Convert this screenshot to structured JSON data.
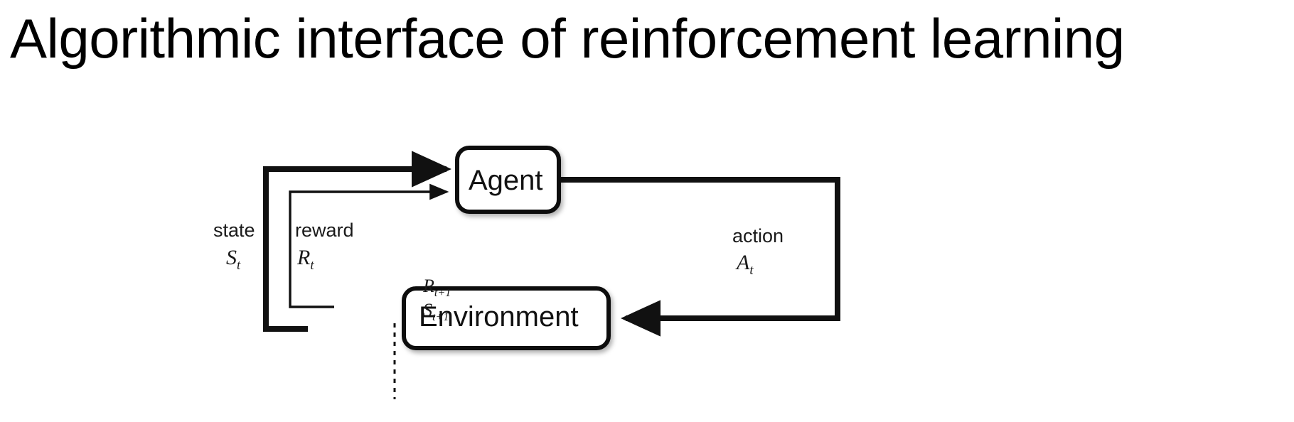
{
  "slide": {
    "title": "Algorithmic interface of reinforcement learning",
    "background_color": "#ffffff",
    "text_color": "#000000"
  },
  "diagram": {
    "name": "agent-environment-interaction-loop",
    "source_style": "Sutton & Barto reinforcement learning MDP interface",
    "stroke_color": "#111111",
    "nodes": [
      {
        "id": "agent",
        "label": "Agent"
      },
      {
        "id": "environment",
        "label": "Environment"
      }
    ],
    "edges": [
      {
        "id": "state-feedback",
        "from": "environment",
        "to": "agent",
        "word_label": "state",
        "math_label": "S",
        "math_sub": "t",
        "weight": "thick"
      },
      {
        "id": "reward-feedback",
        "from": "environment",
        "to": "agent",
        "word_label": "reward",
        "math_label": "R",
        "math_sub": "t",
        "weight": "thin"
      },
      {
        "id": "action-out",
        "from": "agent",
        "to": "environment",
        "word_label": "action",
        "math_label": "A",
        "math_sub": "t",
        "weight": "thick"
      },
      {
        "id": "next-reward",
        "from": "environment",
        "to": "time-boundary",
        "math_label": "R",
        "math_sub": "t+1",
        "weight": "thin"
      },
      {
        "id": "next-state",
        "from": "environment",
        "to": "time-boundary",
        "math_label": "S",
        "math_sub": "t+1",
        "weight": "thick"
      }
    ],
    "time_boundary": {
      "id": "time-step-divider",
      "style": "dashed-vertical-line"
    },
    "labels": {
      "state_word": "state",
      "state_sym": "S",
      "state_sub": "t",
      "reward_word": "reward",
      "reward_sym": "R",
      "reward_sub": "t",
      "action_word": "action",
      "action_sym": "A",
      "action_sub": "t",
      "next_reward_sym": "R",
      "next_reward_sub": "t+1",
      "next_state_sym": "S",
      "next_state_sub": "t+1",
      "agent_box": "Agent",
      "environment_box": "Environment"
    }
  }
}
